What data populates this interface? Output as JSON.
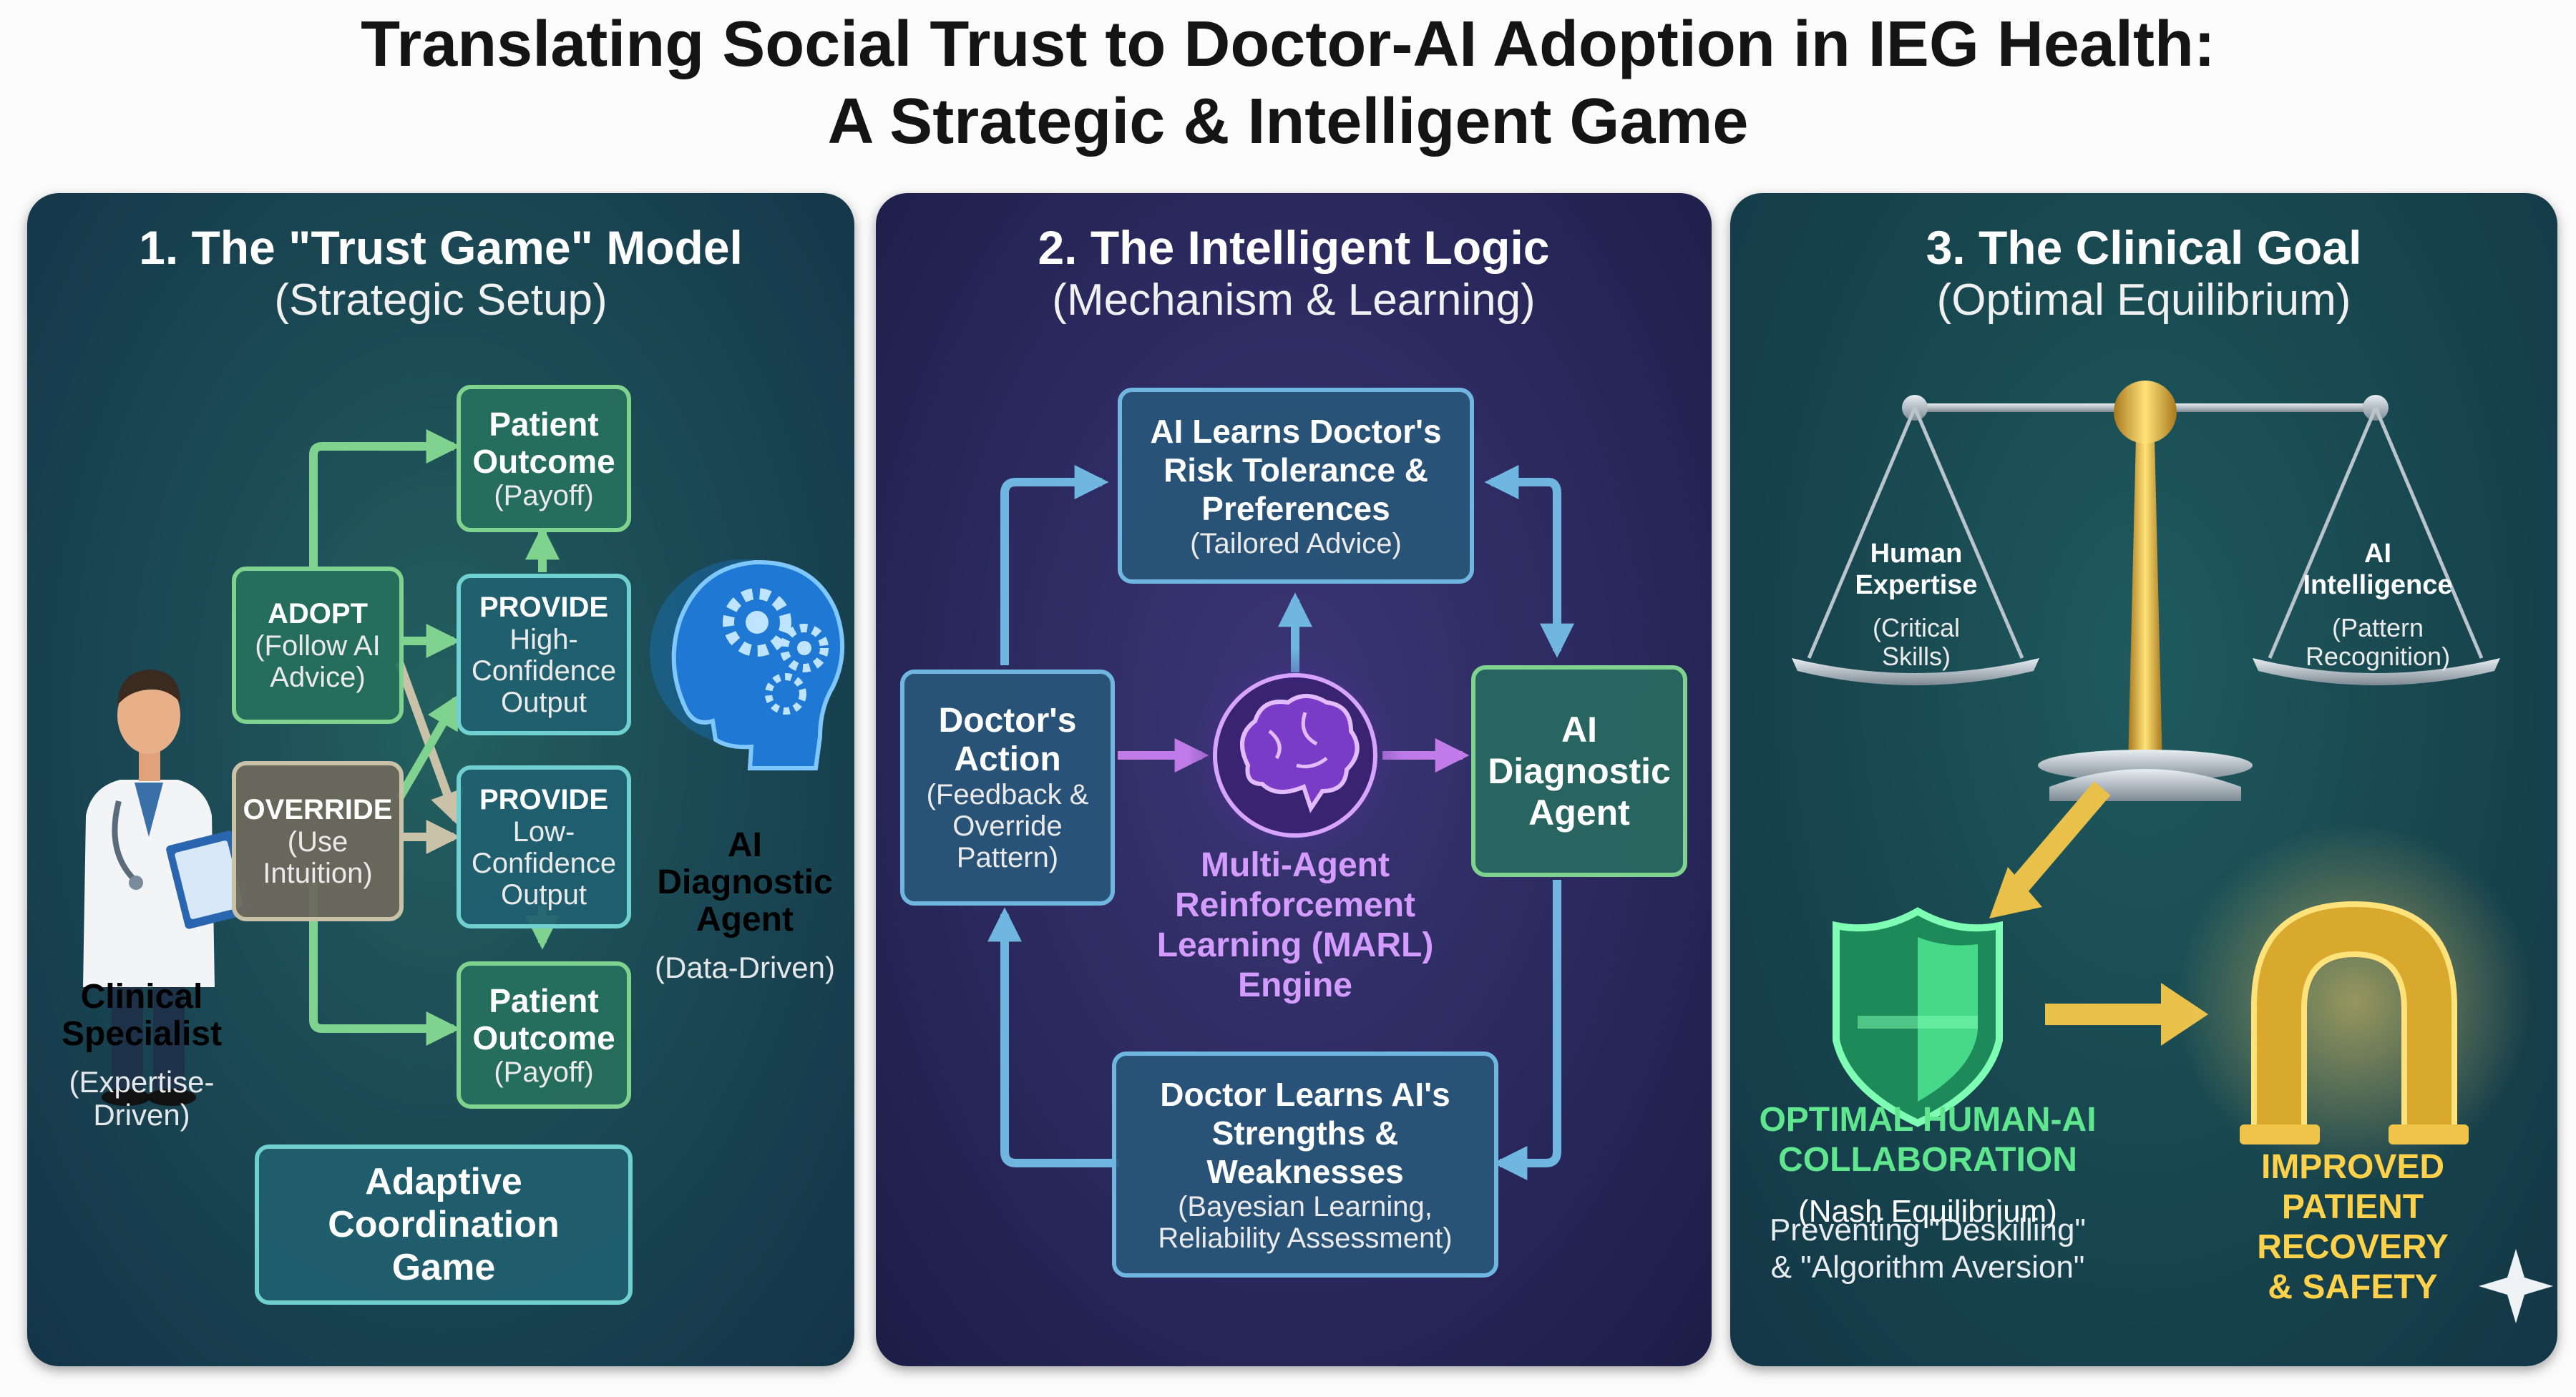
{
  "title": {
    "line1": "Translating Social Trust to Doctor-AI Adoption in IEG Health:",
    "line2": "A Strategic & Intelligent Game"
  },
  "panel1": {
    "heading": "1. The \"Trust Game\" Model",
    "subheading": "(Strategic Setup)",
    "adopt": {
      "label": "ADOPT",
      "sub": "(Follow AI\nAdvice)"
    },
    "override": {
      "label": "OVERRIDE",
      "sub": "(Use\nIntuition)"
    },
    "outcome_top": {
      "label": "Patient\nOutcome",
      "sub": "(Payoff)"
    },
    "outcome_bottom": {
      "label": "Patient\nOutcome",
      "sub": "(Payoff)"
    },
    "provide_high": {
      "label": "PROVIDE",
      "sub": "High-\nConfidence\nOutput"
    },
    "provide_low": {
      "label": "PROVIDE",
      "sub": "Low-\nConfidence\nOutput"
    },
    "specialist": {
      "label": "Clinical\nSpecialist",
      "sub": "(Expertise-\nDriven)"
    },
    "agent": {
      "label": "AI\nDiagnostic\nAgent",
      "sub": "(Data-Driven)"
    },
    "footer": "Adaptive\nCoordination\nGame"
  },
  "panel2": {
    "heading": "2. The Intelligent Logic",
    "subheading": "(Mechanism & Learning)",
    "ai_learns": {
      "label": "AI Learns Doctor's\nRisk Tolerance &\nPreferences",
      "sub": "(Tailored Advice)"
    },
    "doctor_action": {
      "label": "Doctor's\nAction",
      "sub": "(Feedback &\nOverride\nPattern)"
    },
    "agent": {
      "label": "AI\nDiagnostic\nAgent"
    },
    "engine": "Multi-Agent\nReinforcement\nLearning (MARL)\nEngine",
    "doctor_learns": {
      "label": "Doctor Learns AI's\nStrengths &\nWeaknesses",
      "sub": "(Bayesian Learning,\nReliability Assessment)"
    }
  },
  "panel3": {
    "heading": "3. The Clinical Goal",
    "subheading": "(Optimal Equilibrium)",
    "left_pan": {
      "label": "Human\nExpertise",
      "sub": "(Critical\nSkills)"
    },
    "right_pan": {
      "label": "AI\nIntelligence",
      "sub": "(Pattern\nRecognition)"
    },
    "collab": {
      "label": "OPTIMAL HUMAN-AI\nCOLLABORATION",
      "sub": "(Nash Equilibrium)"
    },
    "preventing": "Preventing \"Deskilling\"\n& \"Algorithm Aversion\"",
    "improved": "IMPROVED\nPATIENT\nRECOVERY\n& SAFETY"
  },
  "colors": {
    "green_arrow": "#7fd38e",
    "blue_arrow": "#6fb6e0",
    "gold": "#e9c04a",
    "purple": "#c07be8",
    "collab_green": "#4ee08a"
  }
}
